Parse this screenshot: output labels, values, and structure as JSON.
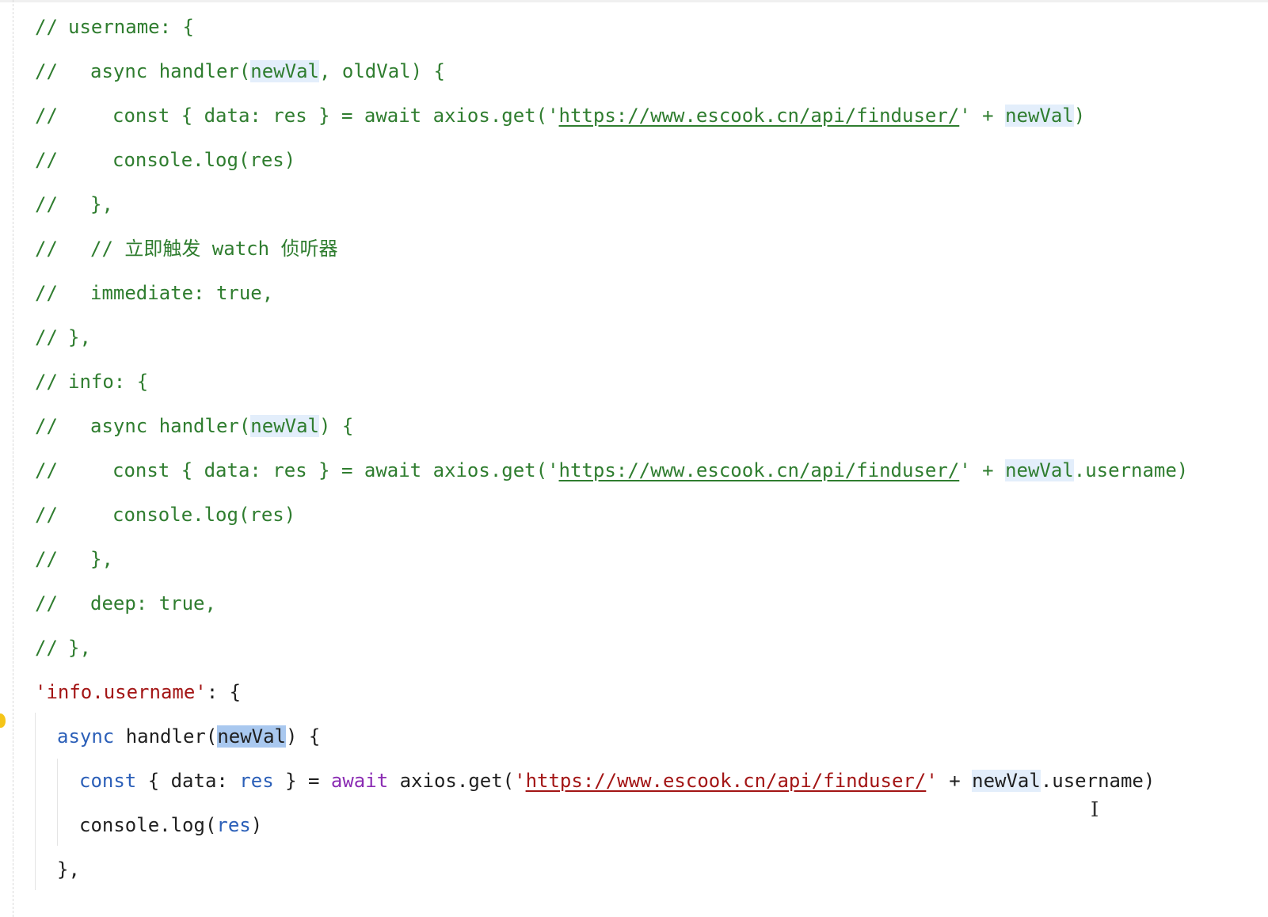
{
  "editor": {
    "comment_marker": "//",
    "lines": [
      {
        "code": "username: {"
      },
      {
        "code": "async handler(newVal, oldVal) {"
      },
      {
        "code": "const { data: res } = await axios.get('https://www.escook.cn/api/finduser/' + newVal)"
      },
      {
        "code": "console.log(res)"
      },
      {
        "code": "},"
      },
      {
        "code": "// 立即触发 watch 侦听器"
      },
      {
        "code": "immediate: true,"
      },
      {
        "code": "},"
      },
      {
        "code": "info: {"
      },
      {
        "code": "async handler(newVal) {"
      },
      {
        "code": "const { data: res } = await axios.get('https://www.escook.cn/api/finduser/' + newVal.username)"
      },
      {
        "code": "console.log(res)"
      },
      {
        "code": "},"
      },
      {
        "code": "deep: true,"
      },
      {
        "code": "},"
      },
      {
        "code": "'info.username': {"
      },
      {
        "code": "async handler(newVal) {"
      },
      {
        "code": "const { data: res } = await axios.get('https://www.escook.cn/api/finduser/' + newVal.username)"
      },
      {
        "code": "console.log(res)"
      },
      {
        "code": "},"
      }
    ]
  }
}
